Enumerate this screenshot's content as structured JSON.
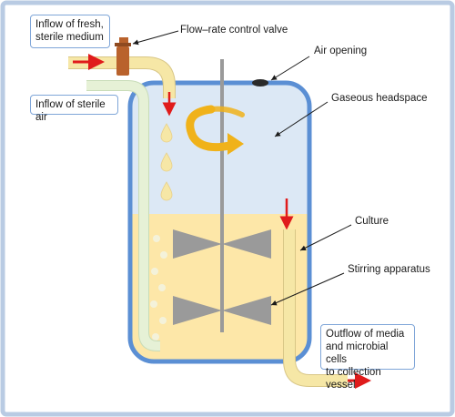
{
  "labels": {
    "inflow_medium_line1": "Inflow of fresh,",
    "inflow_medium_line2": "sterile medium",
    "valve": "Flow–rate control valve",
    "air_opening": "Air opening",
    "inflow_air": "Inflow of sterile air",
    "headspace": "Gaseous headspace",
    "culture": "Culture",
    "stirring": "Stirring apparatus",
    "outflow_line1": "Outflow of media",
    "outflow_line2": "and microbial cells",
    "outflow_line3": "to collection vessel"
  },
  "colors": {
    "frame": "#b9cbe3",
    "vessel_border": "#5b8fd4",
    "headspace": "#dce8f5",
    "culture": "#fde7a8",
    "tube_medium": "#f6e7a6",
    "tube_air": "#e6f1d6",
    "arrow_red": "#e01b1b",
    "valve": "#b9622c",
    "impeller": "#9a9a9a",
    "swirl": "#f0b21a"
  }
}
